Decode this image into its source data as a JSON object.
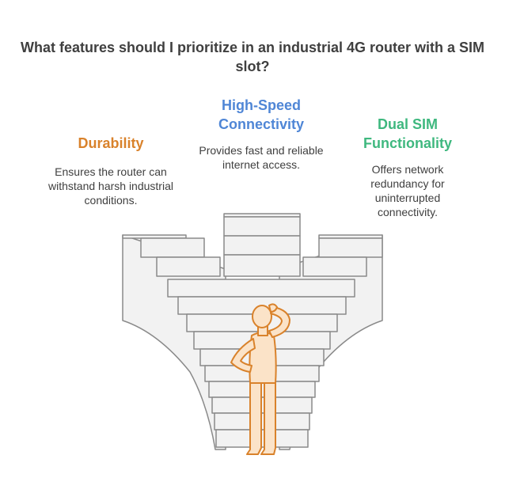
{
  "title": "What features should I prioritize in an industrial 4G router with a SIM slot?",
  "colors": {
    "durability": "#d9822b",
    "speed": "#4f86d6",
    "dualsim": "#3fb87f",
    "stairs_fill": "#f2f2f2",
    "stairs_stroke": "#8a8a8a",
    "person_stroke": "#d9822b",
    "person_fill": "#fbe3c8"
  },
  "features": {
    "durability": {
      "heading": "Durability",
      "description": "Ensures the router can withstand harsh industrial conditions."
    },
    "speed": {
      "heading": "High-Speed Connectivity",
      "description": "Provides fast and reliable internet access."
    },
    "dualsim": {
      "heading": "Dual SIM Functionality",
      "description": "Offers network redundancy for uninterrupted connectivity."
    }
  },
  "illustration": {
    "icon": "thinking-person-on-branching-stairs"
  }
}
